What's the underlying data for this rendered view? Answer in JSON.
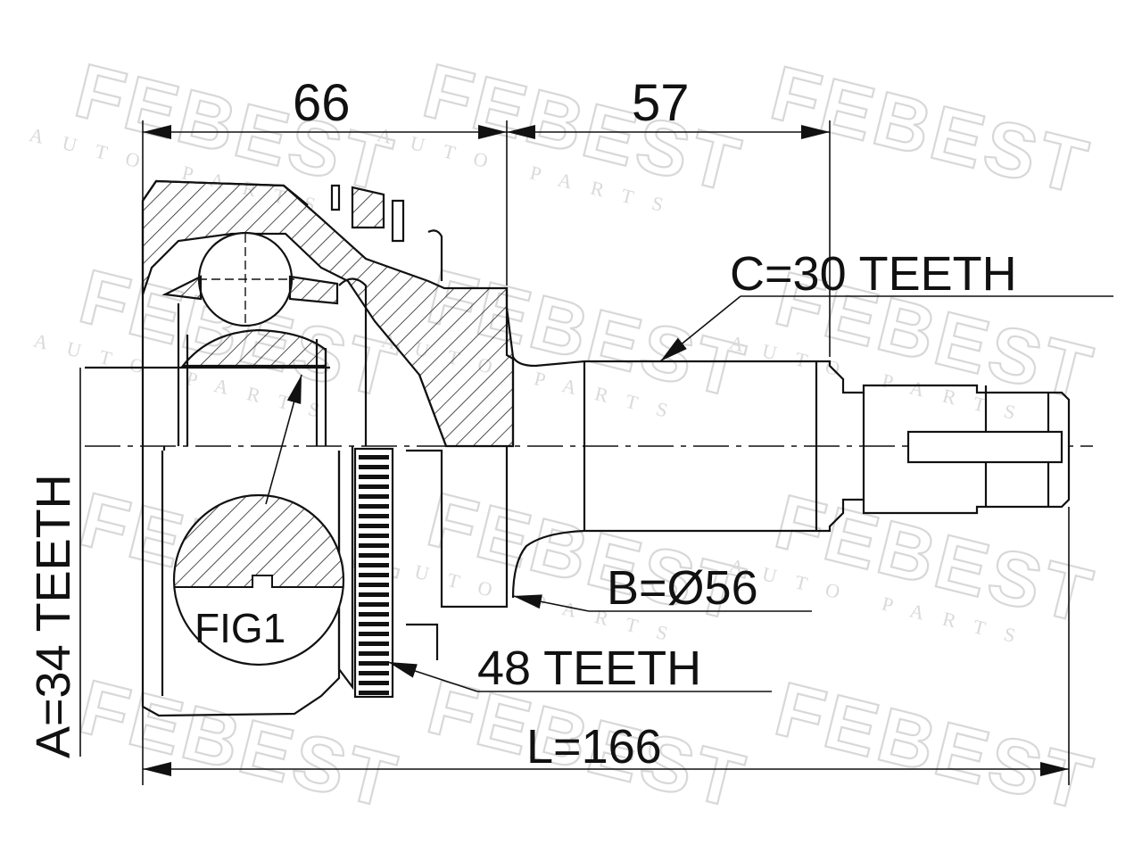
{
  "watermark": {
    "brand": "FEBEST",
    "tagline": "AUTO PARTS"
  },
  "dimensions": {
    "dim_66": "66",
    "dim_57": "57",
    "length": "L=166",
    "diameter": "B=Ø56",
    "spline_outer": "C=30 TEETH",
    "spline_inner": "A=34 TEETH",
    "abs_ring": "48 TEETH"
  },
  "figure_label": "FIG1"
}
